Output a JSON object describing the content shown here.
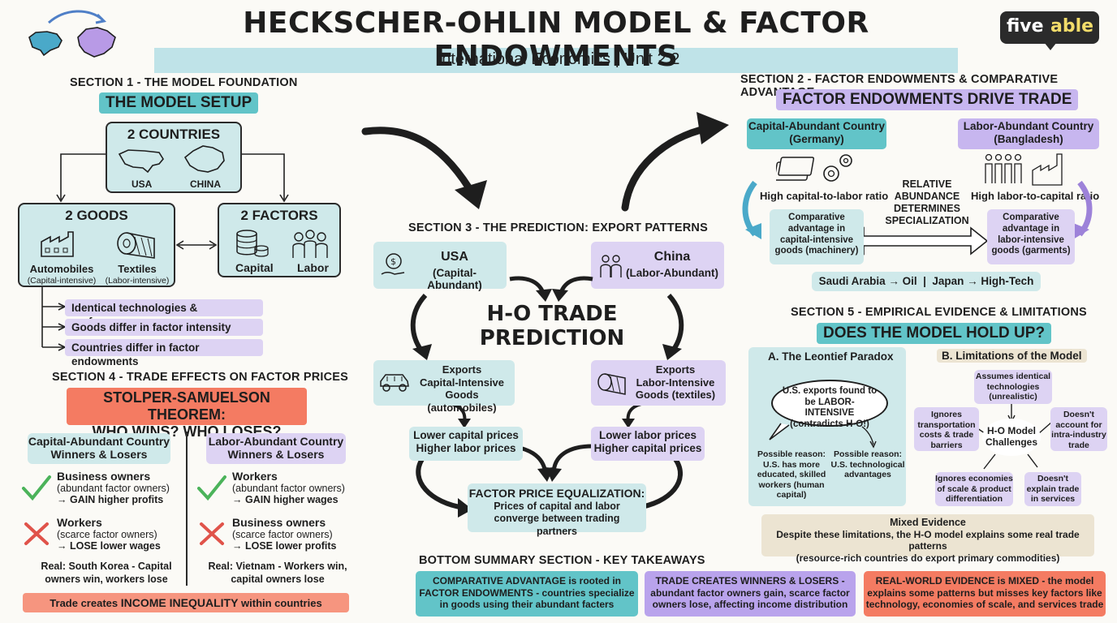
{
  "header": {
    "title": "HECKSCHER-OHLIN MODEL & FACTOR ENDOWMENTS",
    "subtitle": "International Economics | Unit 2.2",
    "logo_text_a": "five",
    "logo_text_b": "able"
  },
  "section1": {
    "heading": "SECTION 1 - THE MODEL FOUNDATION",
    "banner": "THE MODEL SETUP",
    "countries_title": "2 COUNTRIES",
    "country_a": "USA",
    "country_b": "CHINA",
    "goods_title": "2 GOODS",
    "good_a": "Automobiles",
    "good_a_note": "(Capital-intensive)",
    "good_b": "Textiles",
    "good_b_note": "(Labor-intensive)",
    "factors_title": "2 FACTORS",
    "factor_a": "Capital",
    "factor_b": "Labor",
    "assumptions": [
      "Identical technologies & preferences",
      "Goods differ in factor intensity",
      "Countries differ in factor endowments"
    ]
  },
  "section2": {
    "heading": "SECTION 2 - FACTOR ENDOWMENTS & COMPARATIVE ADVANTAGE",
    "banner": "FACTOR ENDOWMENTS DRIVE TRADE",
    "cap_country_title": "Capital-Abundant Country",
    "cap_country_name": "(Germany)",
    "lab_country_title": "Labor-Abundant Country",
    "lab_country_name": "(Bangladesh)",
    "cap_ratio": "High capital-to-labor ratio",
    "lab_ratio": "High labor-to-capital ratio",
    "middle_text": "RELATIVE ABUNDANCE DETERMINES SPECIALIZATION",
    "cap_advantage": "Comparative advantage in capital-intensive goods (machinery)",
    "lab_advantage": "Comparative advantage in labor-intensive goods (garments)",
    "examples": "Saudi Arabia → Oil  |  Japan → High-Tech"
  },
  "section3": {
    "heading": "SECTION 3 - THE PREDICTION: EXPORT PATTERNS",
    "usa_title": "USA",
    "usa_note": "(Capital-Abundant)",
    "china_title": "China",
    "china_note": "(Labor-Abundant)",
    "center_line1": "H-O TRADE",
    "center_line2": "PREDICTION",
    "usa_exports_1": "Exports",
    "usa_exports_2": "Capital-Intensive",
    "usa_exports_3": "Goods (automobiles)",
    "china_exports_1": "Exports",
    "china_exports_2": "Labor-Intensive",
    "china_exports_3": "Goods (textiles)",
    "usa_prices_1": "Lower capital prices",
    "usa_prices_2": "Higher labor prices",
    "china_prices_1": "Lower labor prices",
    "china_prices_2": "Higher capital prices",
    "fpe_title": "FACTOR PRICE EQUALIZATION:",
    "fpe_text": "Prices of capital and labor converge between trading partners"
  },
  "section4": {
    "heading": "SECTION 4 - TRADE EFFECTS ON FACTOR PRICES",
    "banner_1": "STOLPER-SAMUELSON THEOREM:",
    "banner_2": "WHO WINS? WHO LOSES?",
    "cap_title_1": "Capital-Abundant Country",
    "cap_title_2": "Winners & Losers",
    "lab_title_1": "Labor-Abundant Country",
    "lab_title_2": "Winners & Losers",
    "cap_win_1": "Business owners",
    "cap_win_2": "(abundant factor owners)",
    "cap_win_3": "→ GAIN higher profits",
    "cap_lose_1": "Workers",
    "cap_lose_2": "(scarce factor owners)",
    "cap_lose_3": "→ LOSE lower wages",
    "lab_win_1": "Workers",
    "lab_win_2": "(abundant factor owners)",
    "lab_win_3": "→ GAIN higher wages",
    "lab_lose_1": "Business owners",
    "lab_lose_2": "(scarce factor owners)",
    "lab_lose_3": "→ LOSE lower profits",
    "cap_real_1": "Real: South Korea - Capital",
    "cap_real_2": "owners win, workers lose",
    "lab_real_1": "Real: Vietnam - Workers win,",
    "lab_real_2": "capital owners lose",
    "footer_a": "Trade creates ",
    "footer_b": "INCOME INEQUALITY",
    "footer_c": " within countries"
  },
  "section5": {
    "heading": "SECTION 5 - EMPIRICAL EVIDENCE & LIMITATIONS",
    "banner": "DOES THE MODEL HOLD UP?",
    "leontief_title": "A. The Leontief Paradox",
    "leontief_bubble": "U.S. exports found to be LABOR-INTENSIVE (contradicts H-O!)",
    "reason_a": "Possible reason: U.S. has more educated, skilled workers (human capital)",
    "reason_b": "Possible reason: U.S. technological advantages",
    "limits_title": "B. Limitations of the Model",
    "hub": "H-O Model Challenges",
    "limit_top": "Assumes identical technologies (unrealistic)",
    "limit_left": "Ignores transportation costs & trade barriers",
    "limit_right": "Doesn't account for intra-industry trade",
    "limit_bl": "Ignores economies of scale & product differentiation",
    "limit_br": "Doesn't explain trade in services",
    "mixed_title": "Mixed Evidence",
    "mixed_1": "Despite these limitations, the H-O model explains some real trade patterns",
    "mixed_2": "(resource-rich countries do export primary commodities)"
  },
  "summary": {
    "heading": "BOTTOM SUMMARY SECTION - KEY TAKEAWAYS",
    "card1_1": "COMPARATIVE ADVANTAGE is rooted in",
    "card1_2": "FACTOR ENDOWMENTS - countries specialize",
    "card1_3": "in goods using their abundant facters",
    "card2_1": "TRADE CREATES WINNERS & LOSERS -",
    "card2_2": "abundant factor owners gain, scarce factor",
    "card2_3": "owners lose, affecting income distribution",
    "card3_1": "REAL-WORLD EVIDENCE is MIXED - the model",
    "card3_2": "explains some patterns but misses key factors like",
    "card3_3": "technology, economies of scale, and services trade"
  },
  "colors": {
    "teal": "#62c4c8",
    "teal_light": "#cfe9ea",
    "lavender": "#c7b6ef",
    "lavender_light": "#ddd3f3",
    "coral": "#f47b62",
    "beige": "#ece4d2"
  }
}
